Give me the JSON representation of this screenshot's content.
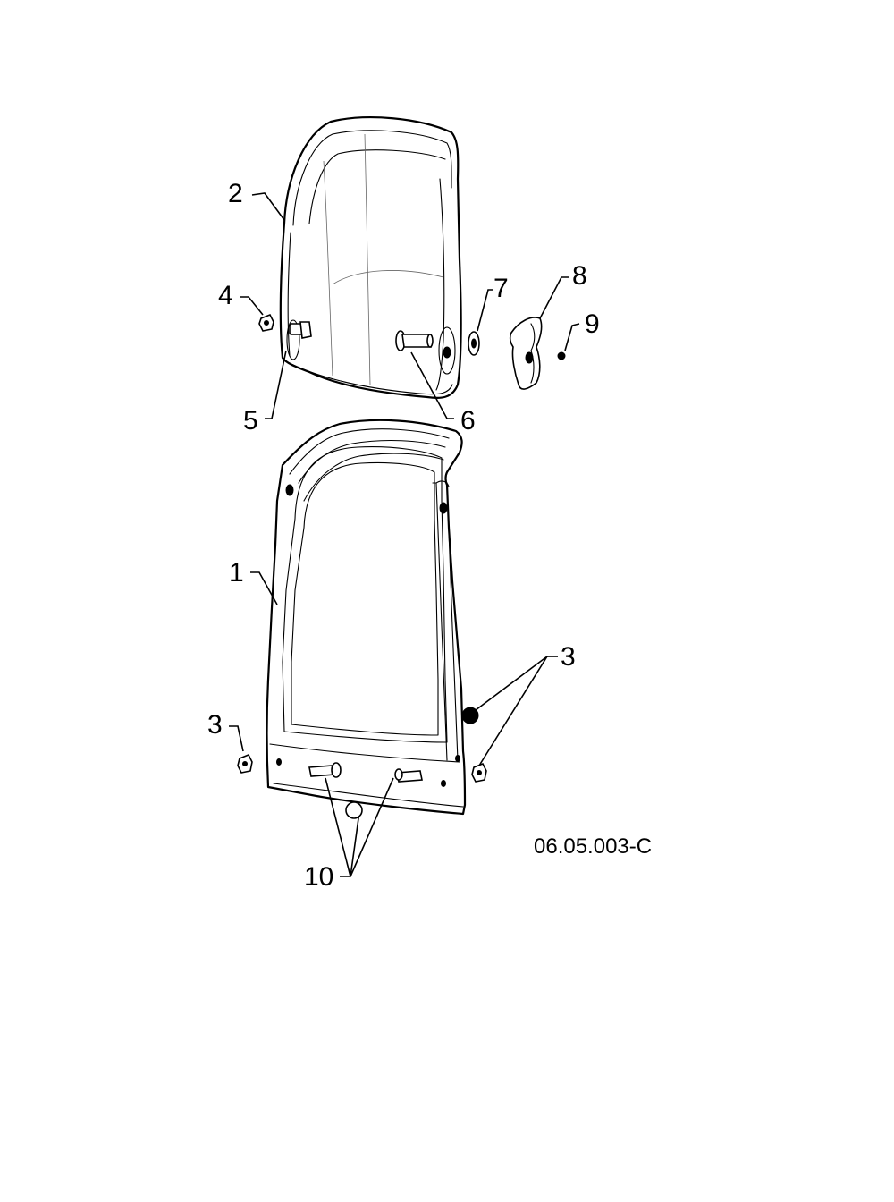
{
  "diagram": {
    "drawing_code": "06.05.003-C",
    "callouts": {
      "c1": "1",
      "c2": "2",
      "c3a": "3",
      "c3b": "3",
      "c4": "4",
      "c5": "5",
      "c6": "6",
      "c7": "7",
      "c8": "8",
      "c9": "9",
      "c10": "10"
    }
  }
}
